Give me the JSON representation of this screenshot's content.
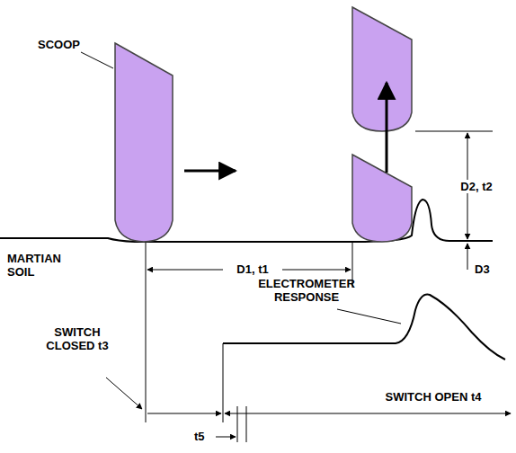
{
  "diagram": {
    "labels": [
      "SCOOP",
      "MARTIAN SOIL",
      "D1, t1",
      "D2, t2",
      "D3",
      "ELECTROMETER RESPONSE",
      "SWITCH CLOSED t3",
      "SWITCH OPEN t4",
      "t5"
    ]
  }
}
